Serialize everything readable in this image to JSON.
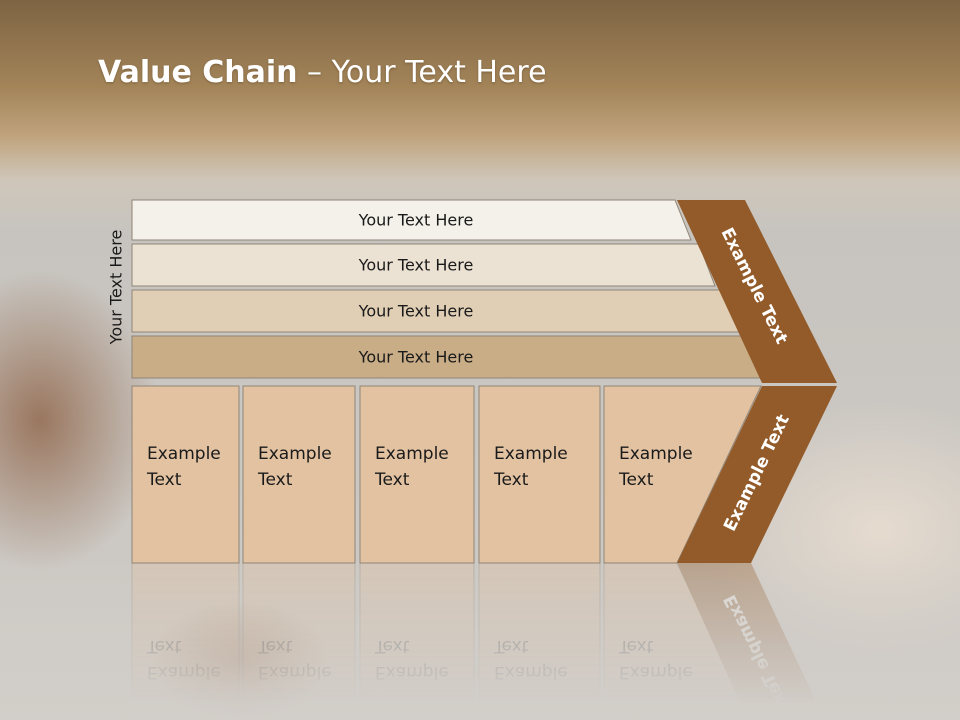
{
  "title": {
    "bold": "Value Chain",
    "rest": " – Your Text Here"
  },
  "side_label": "Your Text Here",
  "rows": [
    {
      "label": "Your Text Here",
      "fill": "#f4f0ea"
    },
    {
      "label": "Your Text Here",
      "fill": "#ece2d3"
    },
    {
      "label": "Your Text Here",
      "fill": "#e1cfb5"
    },
    {
      "label": "Your Text Here",
      "fill": "#c9ad87"
    }
  ],
  "columns": [
    {
      "line1": "Example",
      "line2": "Text"
    },
    {
      "line1": "Example",
      "line2": "Text"
    },
    {
      "line1": "Example",
      "line2": "Text"
    },
    {
      "line1": "Example",
      "line2": "Text"
    },
    {
      "line1": "Example",
      "line2": "Text"
    }
  ],
  "chevron": {
    "top_label": "Example Text",
    "bottom_label": "Example Text",
    "color": "#935b2a"
  },
  "colors": {
    "box_fill": "#e2c2a1",
    "header_band": "#a98859"
  }
}
